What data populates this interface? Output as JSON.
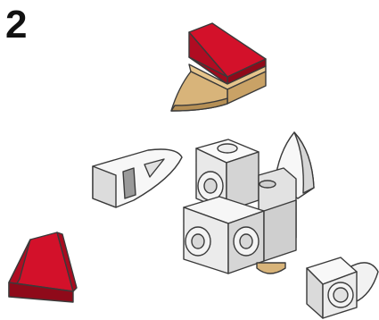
{
  "instructions": {
    "step_number": "2"
  },
  "colors": {
    "red": "#d3112a",
    "red_dark": "#8f0a1a",
    "red_mid": "#b00c22",
    "tan": "#d8b47a",
    "tan_dark": "#b58f55",
    "white_face": "#f7f7f7",
    "white_side": "#dcdcdc",
    "white_shade": "#c4c4c4",
    "outline": "#3a3a3a"
  },
  "parts": [
    {
      "name": "red-slope-top",
      "color": "red"
    },
    {
      "name": "tan-wedge-nose",
      "color": "tan"
    },
    {
      "name": "white-wedge-plate-left",
      "color": "white"
    },
    {
      "name": "white-core-assembly",
      "color": "white"
    },
    {
      "name": "white-cone-fin",
      "color": "white"
    },
    {
      "name": "red-slope-bottom",
      "color": "red"
    },
    {
      "name": "white-plate-with-round-tile",
      "color": "white"
    }
  ]
}
